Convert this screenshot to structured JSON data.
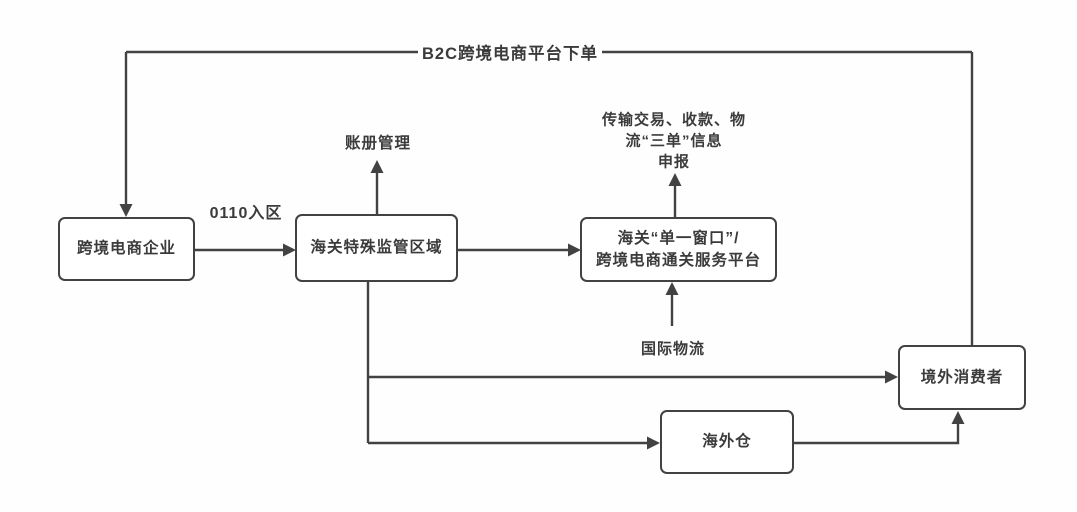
{
  "diagram": {
    "top_flow_label": "B2C跨境电商平台下单",
    "nodes": {
      "enterprise": "跨境电商企业",
      "customs_zone": "海关特殊监管区域",
      "single_window_line1": "海关“单一窗口”/",
      "single_window_line2": "跨境电商通关服务平台",
      "overseas_consumer": "境外消费者",
      "overseas_warehouse": "海外仓"
    },
    "edge_labels": {
      "entry_code": "0110入区",
      "account_management": "账册管理",
      "three_orders_line1": "传输交易、收款、物",
      "three_orders_line2": "流“三单”信息",
      "three_orders_line3": "申报",
      "international_logistics": "国际物流"
    },
    "colors": {
      "line": "#424242",
      "text": "#3b3b3b",
      "box_background": "#ffffff"
    }
  }
}
